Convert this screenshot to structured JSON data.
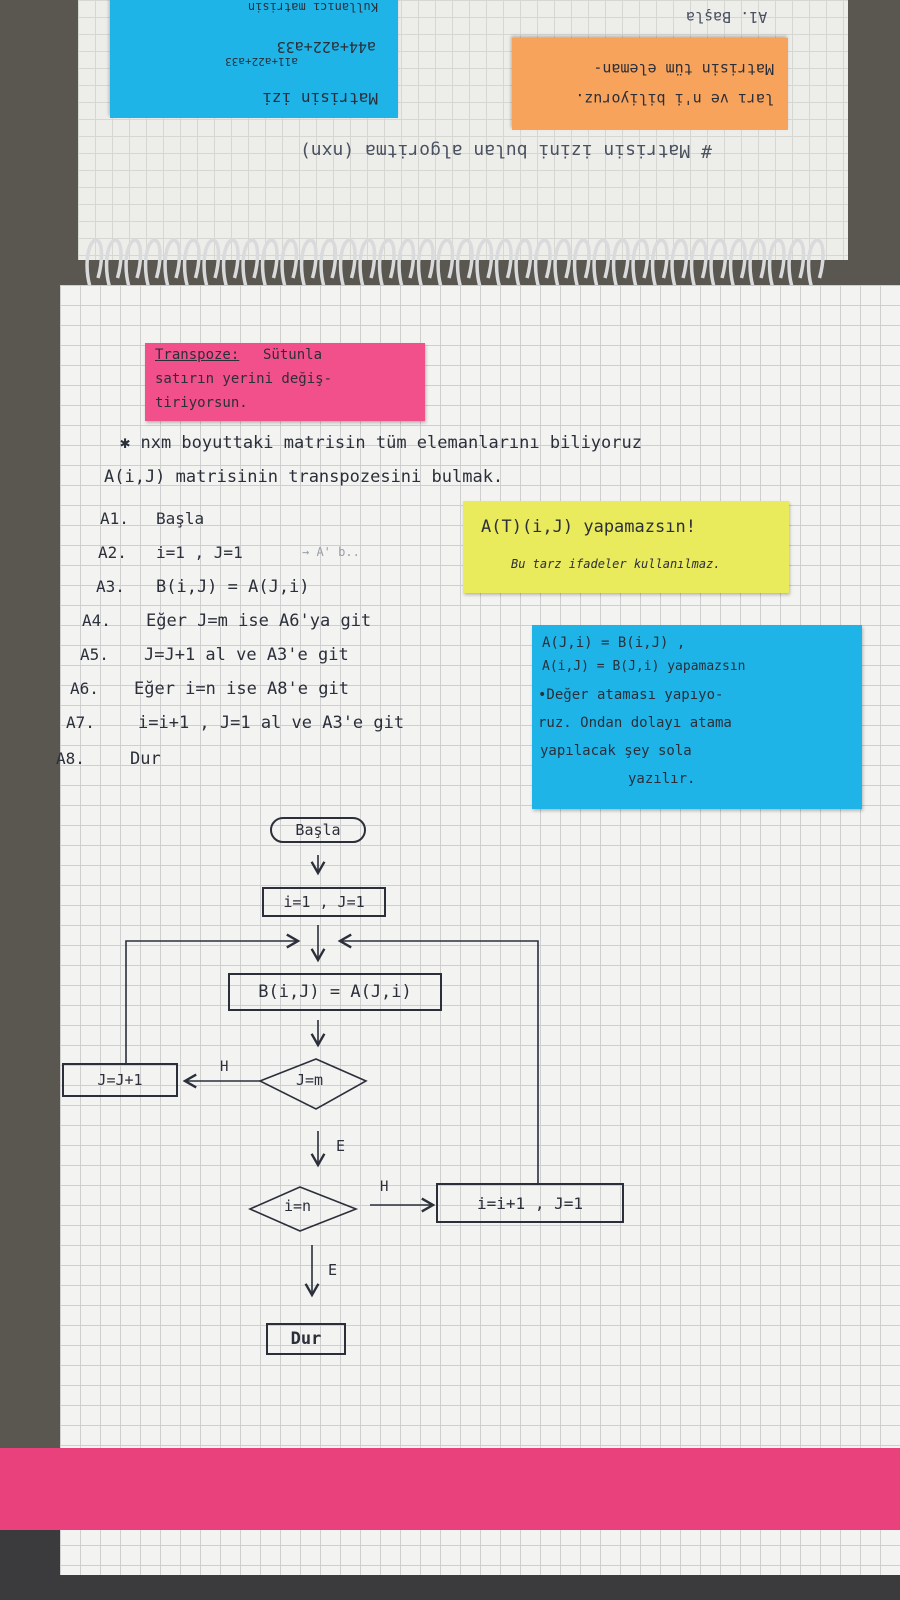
{
  "top_page": {
    "heading": "# Matrisin izini bulan algoritma (nxn)",
    "blue_note_lines": [
      "Kullanıcı matrisin",
      "Matrisin izi",
      "a11+a22+a33",
      "a44+a22+a33"
    ],
    "orange_note_lines": [
      "Matrisin tüm eleman-",
      "ları ve n'i biliyoruz."
    ],
    "corner_text": "A1. Başla"
  },
  "pink_note": {
    "title": "Transpoze:",
    "lines": [
      "Sütunla",
      "satırın yerini değiş-",
      "tiriyorsun."
    ]
  },
  "intro": {
    "line1": "✱ nxm boyuttaki matrisin tüm elemanlarını biliyoruz",
    "line2": "A(i,J) matrisinin transpozesini bulmak."
  },
  "steps": [
    {
      "label": "A1.",
      "text": "Başla"
    },
    {
      "label": "A2.",
      "text": "i=1 , J=1"
    },
    {
      "label": "A3.",
      "text": "B(i,J) = A(J,i)"
    },
    {
      "label": "A4.",
      "text": "Eğer J=m ise A6'ya git"
    },
    {
      "label": "A5.",
      "text": "J=J+1 al ve A3'e git"
    },
    {
      "label": "A6.",
      "text": "Eğer i=n ise A8'e git"
    },
    {
      "label": "A7.",
      "text": "i=i+1 , J=1 al ve A3'e git"
    },
    {
      "label": "A8.",
      "text": "Dur"
    }
  ],
  "step_a2_strike": "→ A' b..",
  "yellow_note": {
    "line1": "A(T)(i,J) yapamazsın!",
    "line2": "Bu tarz ifadeler kullanılmaz."
  },
  "blue_note": {
    "lines": [
      "A(J,i) = B(i,J) ,",
      "A(i,J) = B(J,i) yapamazsın",
      "•Değer ataması yapıyo-",
      "ruz. Ondan dolayı atama",
      "yapılacak şey sola",
      "yazılır."
    ]
  },
  "flowchart": {
    "start": "Başla",
    "init": "i=1 , J=1",
    "assign": "B(i,J) = A(J,i)",
    "cond_j": "J=m",
    "inc_j": "J=J+1",
    "cond_i": "i=n",
    "inc_i": "i=i+1 , J=1",
    "stop": "Dur",
    "label_no_1": "H",
    "label_yes_1": "E",
    "label_no_2": "H",
    "label_yes_2": "E"
  },
  "colors": {
    "pink_note": "#f2508a",
    "yellow_note": "#e9ea5c",
    "blue_note": "#1eb4e8",
    "orange_note": "#f7a35c",
    "pink_strip": "#e9417c"
  }
}
